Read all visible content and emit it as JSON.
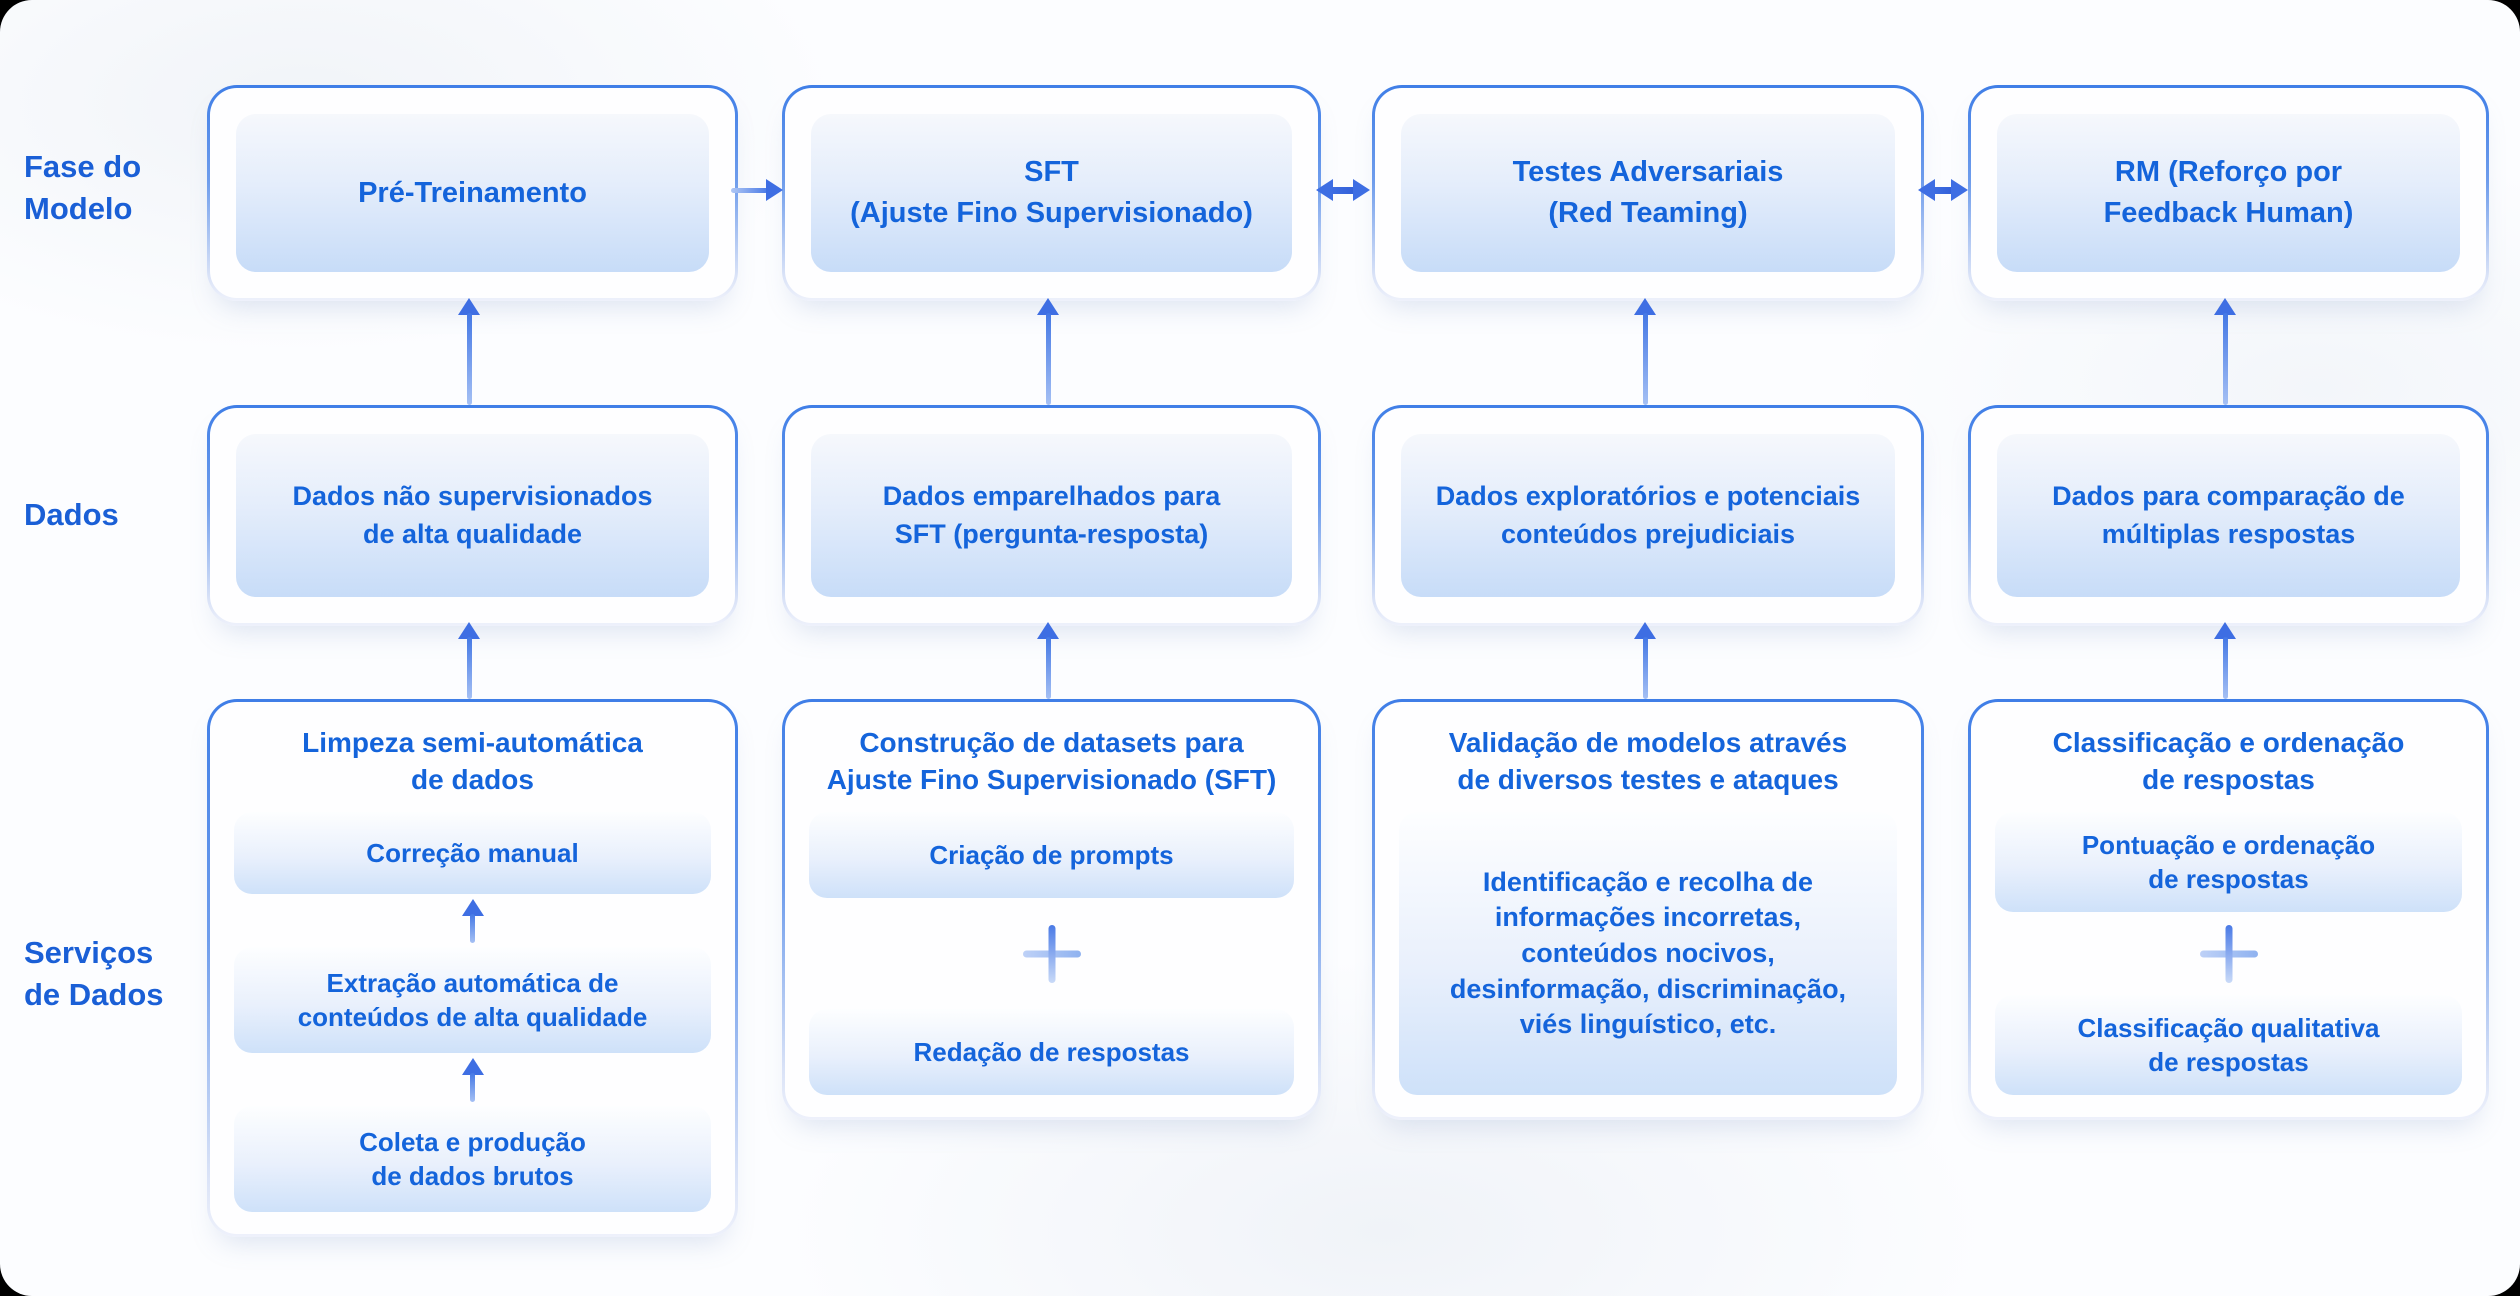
{
  "row_labels": {
    "phase": "Fase do\nModelo",
    "data": "Dados",
    "services": "Serviços\nde Dados"
  },
  "phase_row": [
    "Pré-Treinamento",
    "SFT\n(Ajuste Fino Supervisionado)",
    "Testes Adversariais\n(Red Teaming)",
    "RM (Reforço por\nFeedback Human)"
  ],
  "data_row": [
    "Dados não supervisionados\nde alta qualidade",
    "Dados emparelhados para\nSFT (pergunta-resposta)",
    "Dados exploratórios e potenciais\nconteúdos prejudiciais",
    "Dados para comparação de\nmúltiplas respostas"
  ],
  "services_row": [
    {
      "title": "Limpeza semi-automática\nde dados",
      "steps": [
        "Correção manual",
        "Extração automática de\nconteúdos de alta qualidade",
        "Coleta e produção\nde dados brutos"
      ]
    },
    {
      "title": "Construção de datasets para\nAjuste Fino Supervisionado (SFT)",
      "steps": [
        "Criação de prompts",
        "Redação de respostas"
      ]
    },
    {
      "title": "Validação de modelos através\nde diversos testes e ataques",
      "steps": [
        "Identificação e recolha de\ninformações incorretas,\nconteúdos nocivos,\ndesinformação, discriminação,\nviés linguístico, etc."
      ]
    },
    {
      "title": "Classificação e ordenação\nde respostas",
      "steps": [
        "Pontuação e ordenação\nde respostas",
        "Classificação qualitativa\nde respostas"
      ]
    }
  ],
  "colors": {
    "accent_text": "#1464DB",
    "border_blue": "#3F7EE7",
    "arrow_blue": "#3E6EE3",
    "fill_light_blue": "#C7DCF8"
  }
}
